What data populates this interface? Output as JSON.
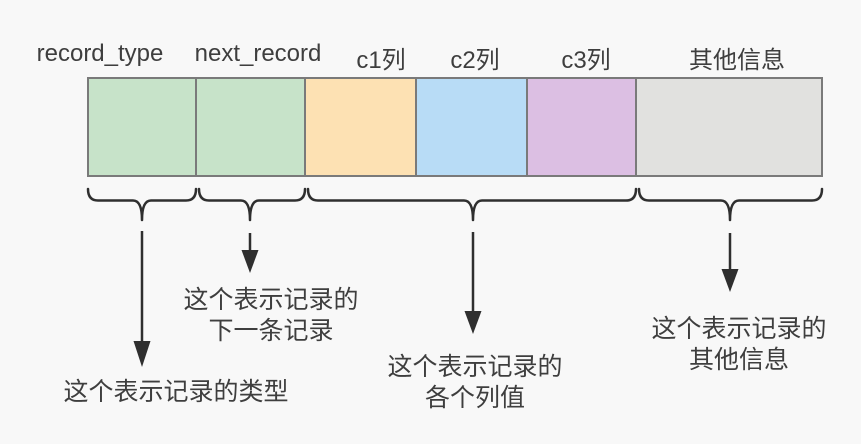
{
  "record_bar": {
    "segments": [
      {
        "label": "record_type",
        "color": "#c7e3c9"
      },
      {
        "label": "next_record",
        "color": "#c7e3c9"
      },
      {
        "label": "c1列",
        "color": "#fde1b3"
      },
      {
        "label": "c2列",
        "color": "#b8dcf6"
      },
      {
        "label": "c3列",
        "color": "#dcbfe3"
      },
      {
        "label": "其他信息",
        "color": "#e1e1df"
      }
    ],
    "border_color": "#7a7a7a"
  },
  "annotations": [
    {
      "line1": "这个表示记录的类型",
      "line2": ""
    },
    {
      "line1": "这个表示记录的",
      "line2": "下一条记录"
    },
    {
      "line1": "这个表示记录的",
      "line2": "各个列值"
    },
    {
      "line1": "这个表示记录的",
      "line2": "其他信息"
    }
  ],
  "colors": {
    "background": "#f8f8f8",
    "line": "#2f2f2f",
    "text": "#3e3e3e"
  }
}
